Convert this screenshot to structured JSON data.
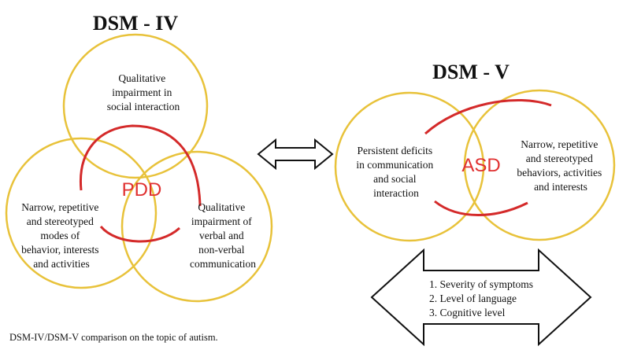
{
  "dsm4": {
    "title": "DSM - IV",
    "top_circle": [
      "Qualitative",
      "impairment in",
      "social interaction"
    ],
    "left_circle": [
      "Narrow, repetitive",
      "and stereotyped",
      "modes of",
      "behavior, interests",
      "and activities"
    ],
    "right_circle": [
      "Qualitative",
      "impairment of",
      "verbal and",
      "non-verbal",
      "communication"
    ],
    "center_label": "PDD"
  },
  "dsm5": {
    "title": "DSM - V",
    "left_circle": [
      "Persistent deficits",
      "in communication",
      "and social",
      "interaction"
    ],
    "right_circle": [
      "Narrow, repetitive",
      "and stereotyped",
      "behaviors, activities",
      "and interests"
    ],
    "center_label": "ASD"
  },
  "factors": [
    "1. Severity of symptoms",
    "2. Level of language",
    "3. Cognitive level"
  ],
  "caption": "DSM-IV/DSM-V comparison on the topic of autism.",
  "colors": {
    "circle": "#e8c23a",
    "arc": "#d42a2a",
    "label": "#e03030"
  }
}
